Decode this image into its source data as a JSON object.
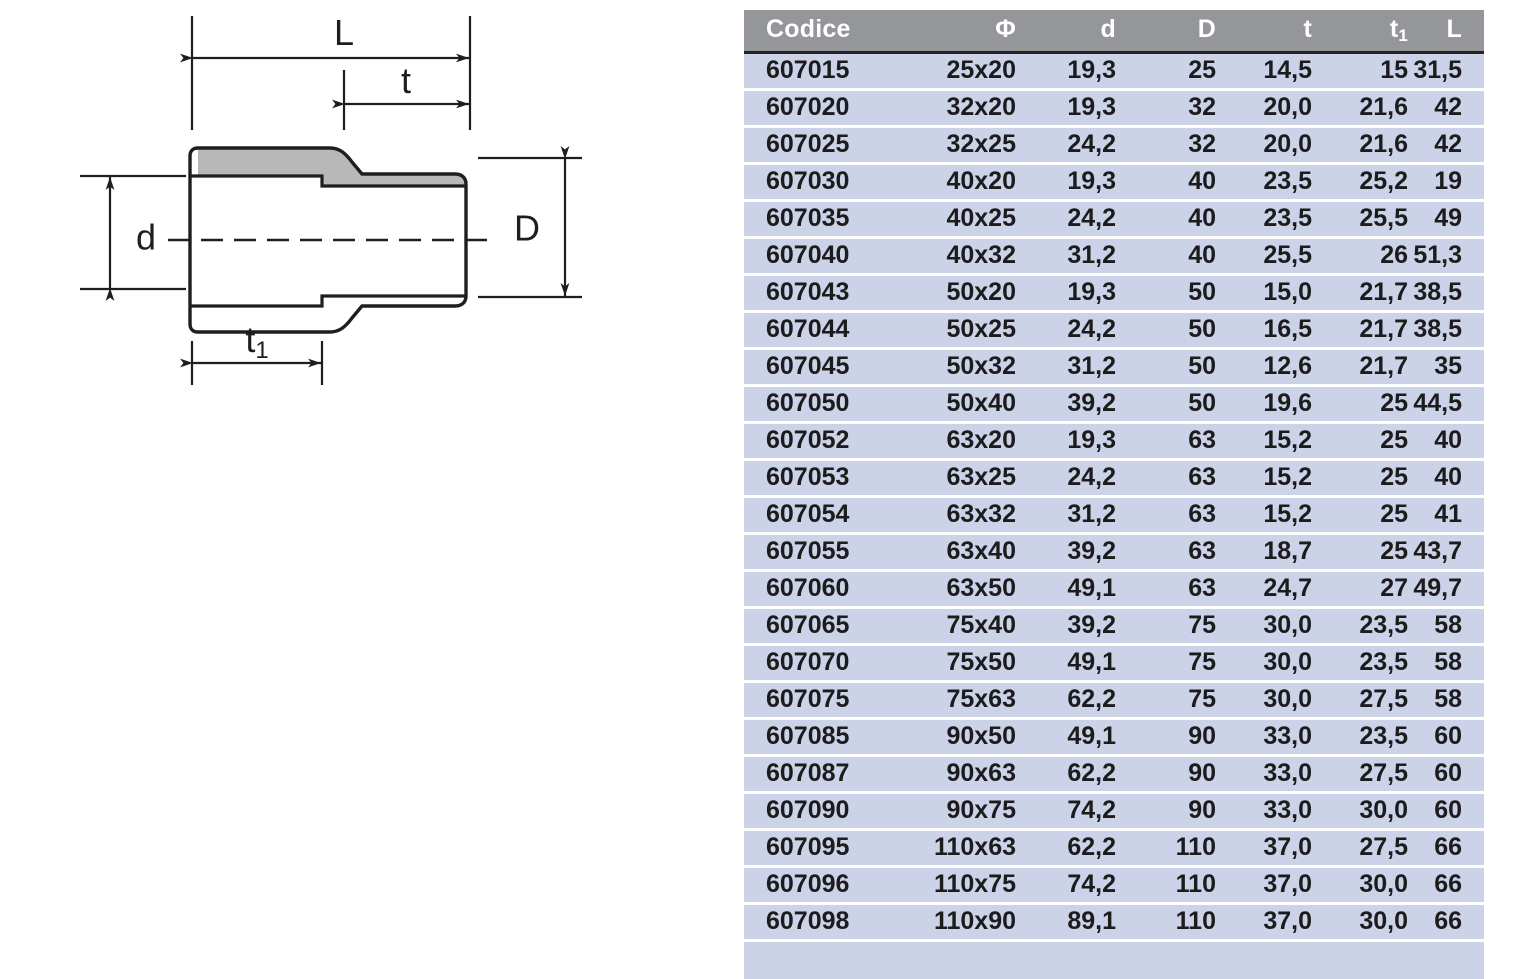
{
  "drawing": {
    "title": "reducer-bushing-cross-section",
    "dimension_labels": {
      "length": "L",
      "socket_depth": "t",
      "spigot_depth": "t1",
      "spigot_depth_base": "t",
      "spigot_depth_sub": "1",
      "inner_diameter": "d",
      "outer_diameter": "D"
    },
    "colors": {
      "wall_shading": "#b8b8b8",
      "outline": "#1e1e1e",
      "centerline": "#1e1e1e",
      "background": "#ffffff"
    }
  },
  "table": {
    "colors": {
      "header_bg": "#949699",
      "header_text": "#ffffff",
      "row_bg": "#ccd2e8",
      "row_text": "#1c1c1c",
      "separator": "#ffffff",
      "header_rule": "#232323"
    },
    "columns": [
      {
        "key": "codice",
        "label": "Codice",
        "align": "left"
      },
      {
        "key": "phi",
        "label": "Φ",
        "align": "right"
      },
      {
        "key": "d",
        "label": "d",
        "align": "right"
      },
      {
        "key": "D",
        "label": "D",
        "align": "right"
      },
      {
        "key": "t",
        "label": "t",
        "align": "right"
      },
      {
        "key": "t1",
        "label": "t",
        "sub": "1",
        "align": "right"
      },
      {
        "key": "L",
        "label": "L",
        "align": "right"
      }
    ],
    "rows": [
      {
        "codice": "607015",
        "phi": "25x20",
        "d": "19,3",
        "D": "25",
        "t": "14,5",
        "t1": "15",
        "L": "31,5"
      },
      {
        "codice": "607020",
        "phi": "32x20",
        "d": "19,3",
        "D": "32",
        "t": "20,0",
        "t1": "21,6",
        "L": "42"
      },
      {
        "codice": "607025",
        "phi": "32x25",
        "d": "24,2",
        "D": "32",
        "t": "20,0",
        "t1": "21,6",
        "L": "42"
      },
      {
        "codice": "607030",
        "phi": "40x20",
        "d": "19,3",
        "D": "40",
        "t": "23,5",
        "t1": "25,2",
        "L": "19"
      },
      {
        "codice": "607035",
        "phi": "40x25",
        "d": "24,2",
        "D": "40",
        "t": "23,5",
        "t1": "25,5",
        "L": "49"
      },
      {
        "codice": "607040",
        "phi": "40x32",
        "d": "31,2",
        "D": "40",
        "t": "25,5",
        "t1": "26",
        "L": "51,3"
      },
      {
        "codice": "607043",
        "phi": "50x20",
        "d": "19,3",
        "D": "50",
        "t": "15,0",
        "t1": "21,7",
        "L": "38,5"
      },
      {
        "codice": "607044",
        "phi": "50x25",
        "d": "24,2",
        "D": "50",
        "t": "16,5",
        "t1": "21,7",
        "L": "38,5"
      },
      {
        "codice": "607045",
        "phi": "50x32",
        "d": "31,2",
        "D": "50",
        "t": "12,6",
        "t1": "21,7",
        "L": "35"
      },
      {
        "codice": "607050",
        "phi": "50x40",
        "d": "39,2",
        "D": "50",
        "t": "19,6",
        "t1": "25",
        "L": "44,5"
      },
      {
        "codice": "607052",
        "phi": "63x20",
        "d": "19,3",
        "D": "63",
        "t": "15,2",
        "t1": "25",
        "L": "40"
      },
      {
        "codice": "607053",
        "phi": "63x25",
        "d": "24,2",
        "D": "63",
        "t": "15,2",
        "t1": "25",
        "L": "40"
      },
      {
        "codice": "607054",
        "phi": "63x32",
        "d": "31,2",
        "D": "63",
        "t": "15,2",
        "t1": "25",
        "L": "41"
      },
      {
        "codice": "607055",
        "phi": "63x40",
        "d": "39,2",
        "D": "63",
        "t": "18,7",
        "t1": "25",
        "L": "43,7"
      },
      {
        "codice": "607060",
        "phi": "63x50",
        "d": "49,1",
        "D": "63",
        "t": "24,7",
        "t1": "27",
        "L": "49,7"
      },
      {
        "codice": "607065",
        "phi": "75x40",
        "d": "39,2",
        "D": "75",
        "t": "30,0",
        "t1": "23,5",
        "L": "58"
      },
      {
        "codice": "607070",
        "phi": "75x50",
        "d": "49,1",
        "D": "75",
        "t": "30,0",
        "t1": "23,5",
        "L": "58"
      },
      {
        "codice": "607075",
        "phi": "75x63",
        "d": "62,2",
        "D": "75",
        "t": "30,0",
        "t1": "27,5",
        "L": "58"
      },
      {
        "codice": "607085",
        "phi": "90x50",
        "d": "49,1",
        "D": "90",
        "t": "33,0",
        "t1": "23,5",
        "L": "60"
      },
      {
        "codice": "607087",
        "phi": "90x63",
        "d": "62,2",
        "D": "90",
        "t": "33,0",
        "t1": "27,5",
        "L": "60"
      },
      {
        "codice": "607090",
        "phi": "90x75",
        "d": "74,2",
        "D": "90",
        "t": "33,0",
        "t1": "30,0",
        "L": "60"
      },
      {
        "codice": "607095",
        "phi": "110x63",
        "d": "62,2",
        "D": "110",
        "t": "37,0",
        "t1": "27,5",
        "L": "66"
      },
      {
        "codice": "607096",
        "phi": "110x75",
        "d": "74,2",
        "D": "110",
        "t": "37,0",
        "t1": "30,0",
        "L": "66"
      },
      {
        "codice": "607098",
        "phi": "110x90",
        "d": "89,1",
        "D": "110",
        "t": "37,0",
        "t1": "30,0",
        "L": "66"
      }
    ]
  }
}
